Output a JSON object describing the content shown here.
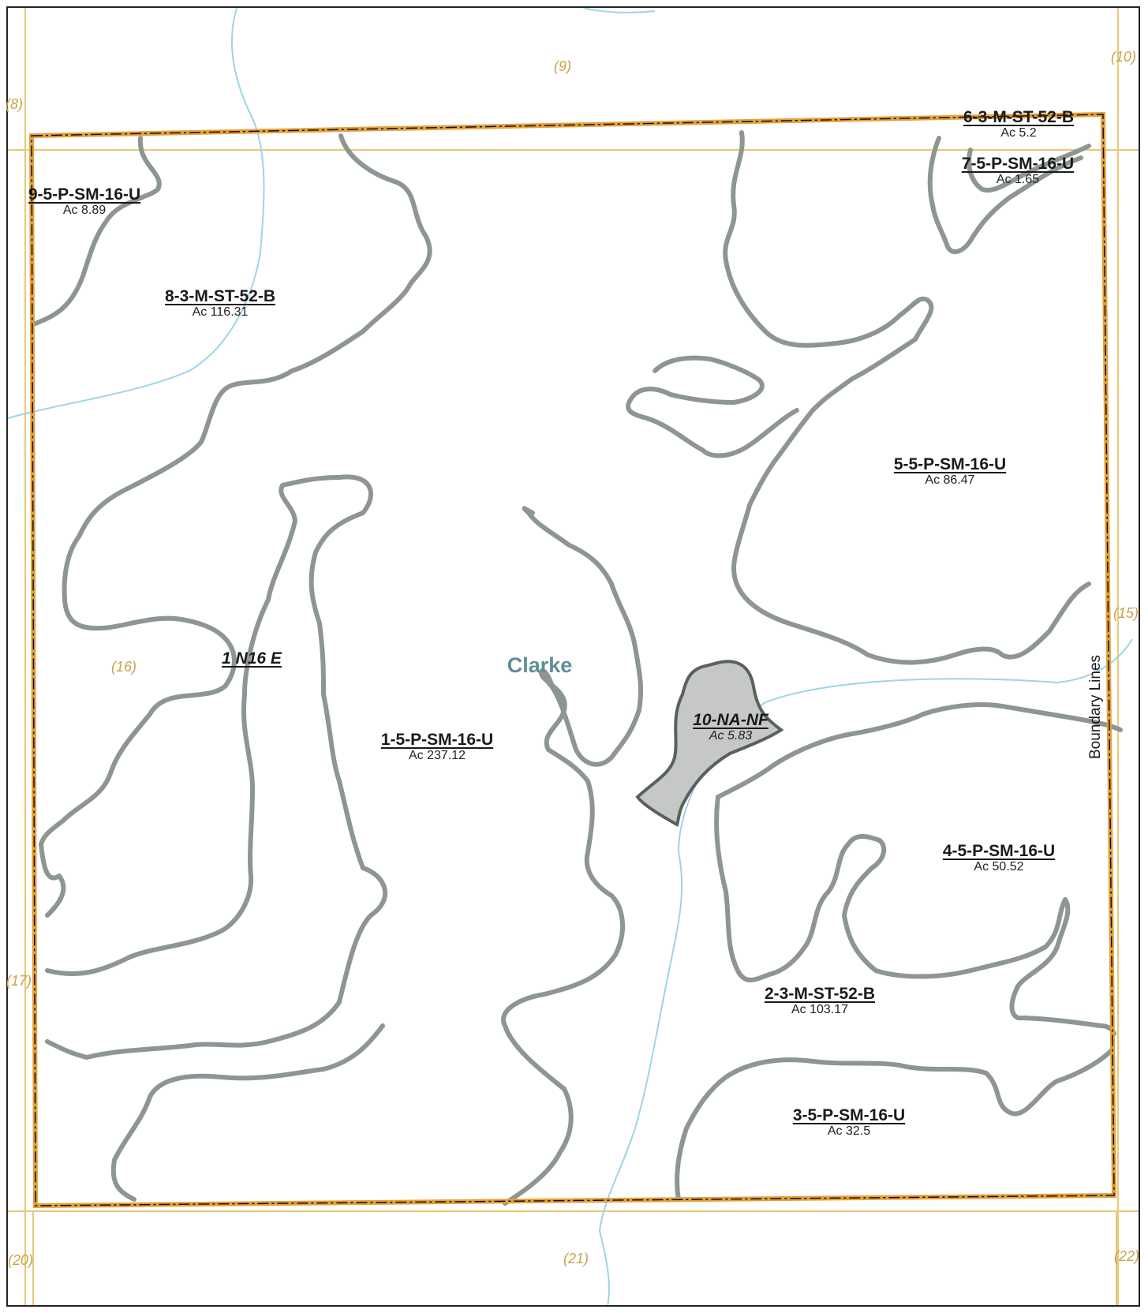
{
  "colors": {
    "section_line": "#e8c878",
    "property_boundary": "#e6a03a",
    "soil_line": "#8d9690",
    "stream": "#9fd3ea",
    "nf_fill": "#c6c8c6",
    "section_label": "#c9a24a",
    "town_label": "#5f8f99"
  },
  "town": "Clarke",
  "legend_label": "Boundary Lines",
  "sections": [
    "(8)",
    "(9)",
    "(10)",
    "(15)",
    "(16)",
    "(17)",
    "(20)",
    "(21)",
    "(22)"
  ],
  "stands": [
    {
      "code": "9-5-P-SM-16-U",
      "acres": "Ac 8.89"
    },
    {
      "code": "8-3-M-ST-52-B",
      "acres": "Ac 116.31"
    },
    {
      "code": "6-3-M-ST-52-B",
      "acres": "Ac 5.2"
    },
    {
      "code": "7-5-P-SM-16-U",
      "acres": "Ac 1.65"
    },
    {
      "code": "5-5-P-SM-16-U",
      "acres": "Ac 86.47"
    },
    {
      "code": "1 N16 E",
      "acres": ""
    },
    {
      "code": "1-5-P-SM-16-U",
      "acres": "Ac 237.12"
    },
    {
      "code": "10-NA-NF",
      "acres": "Ac 5.83"
    },
    {
      "code": "4-5-P-SM-16-U",
      "acres": "Ac 50.52"
    },
    {
      "code": "2-3-M-ST-52-B",
      "acres": "Ac 103.17"
    },
    {
      "code": "3-5-P-SM-16-U",
      "acres": "Ac 32.5"
    }
  ]
}
